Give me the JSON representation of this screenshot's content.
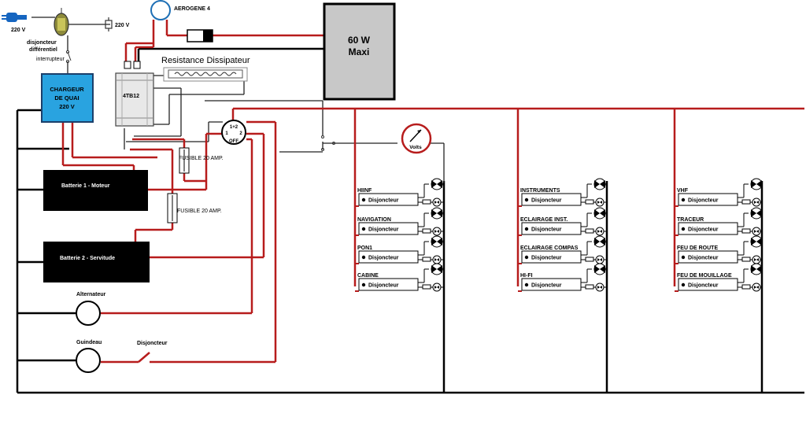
{
  "top": {
    "plug_voltage": "220 V",
    "breaker_diff_line1": "disjoncteur",
    "breaker_diff_line2": "différentiel",
    "socket_voltage": "220 V",
    "switch_label": "interrupteur",
    "wind_generator": "AEROGENE 4",
    "resistor_label": "Resistance Dissipateur",
    "load_line1": "60 W",
    "load_line2": "Maxi",
    "regulator": "4TB12"
  },
  "charger": {
    "line1": "CHARGEUR",
    "line2": "DE QUAI",
    "line3": "220 V"
  },
  "batteries": {
    "b1": "Batterie 1 - Moteur",
    "b2": "Batterie 2 - Servitude"
  },
  "selector": {
    "pos_both": "1+2",
    "pos_1": "1",
    "pos_2": "2",
    "pos_off": "OFF"
  },
  "fuses": {
    "f1": "FUSIBLE 20 AMP.",
    "f2": "FUSIBLE 20 AMP."
  },
  "voltmeter": "Volts",
  "left": {
    "alternator": "Alternateur",
    "windlass": "Guindeau",
    "windlass_breaker": "Disjoncteur"
  },
  "breaker_label": "Disjoncteur",
  "panels": [
    {
      "circuits": [
        "HIINF",
        "NAVIGATION",
        "PON1",
        "CABINE"
      ]
    },
    {
      "circuits": [
        "INSTRUMENTS",
        "ECLAIRAGE INST.",
        "ECLAIRAGE COMPAS",
        "HI-FI"
      ]
    },
    {
      "circuits": [
        "VHF",
        "TRACEUR",
        "FEU DE ROUTE",
        "FEU DE MOUILLAGE"
      ]
    }
  ],
  "colors": {
    "positive": "#b71c1c",
    "negative": "#000000",
    "charger": "#29a3e0",
    "load_box": "#c8c8c8"
  }
}
